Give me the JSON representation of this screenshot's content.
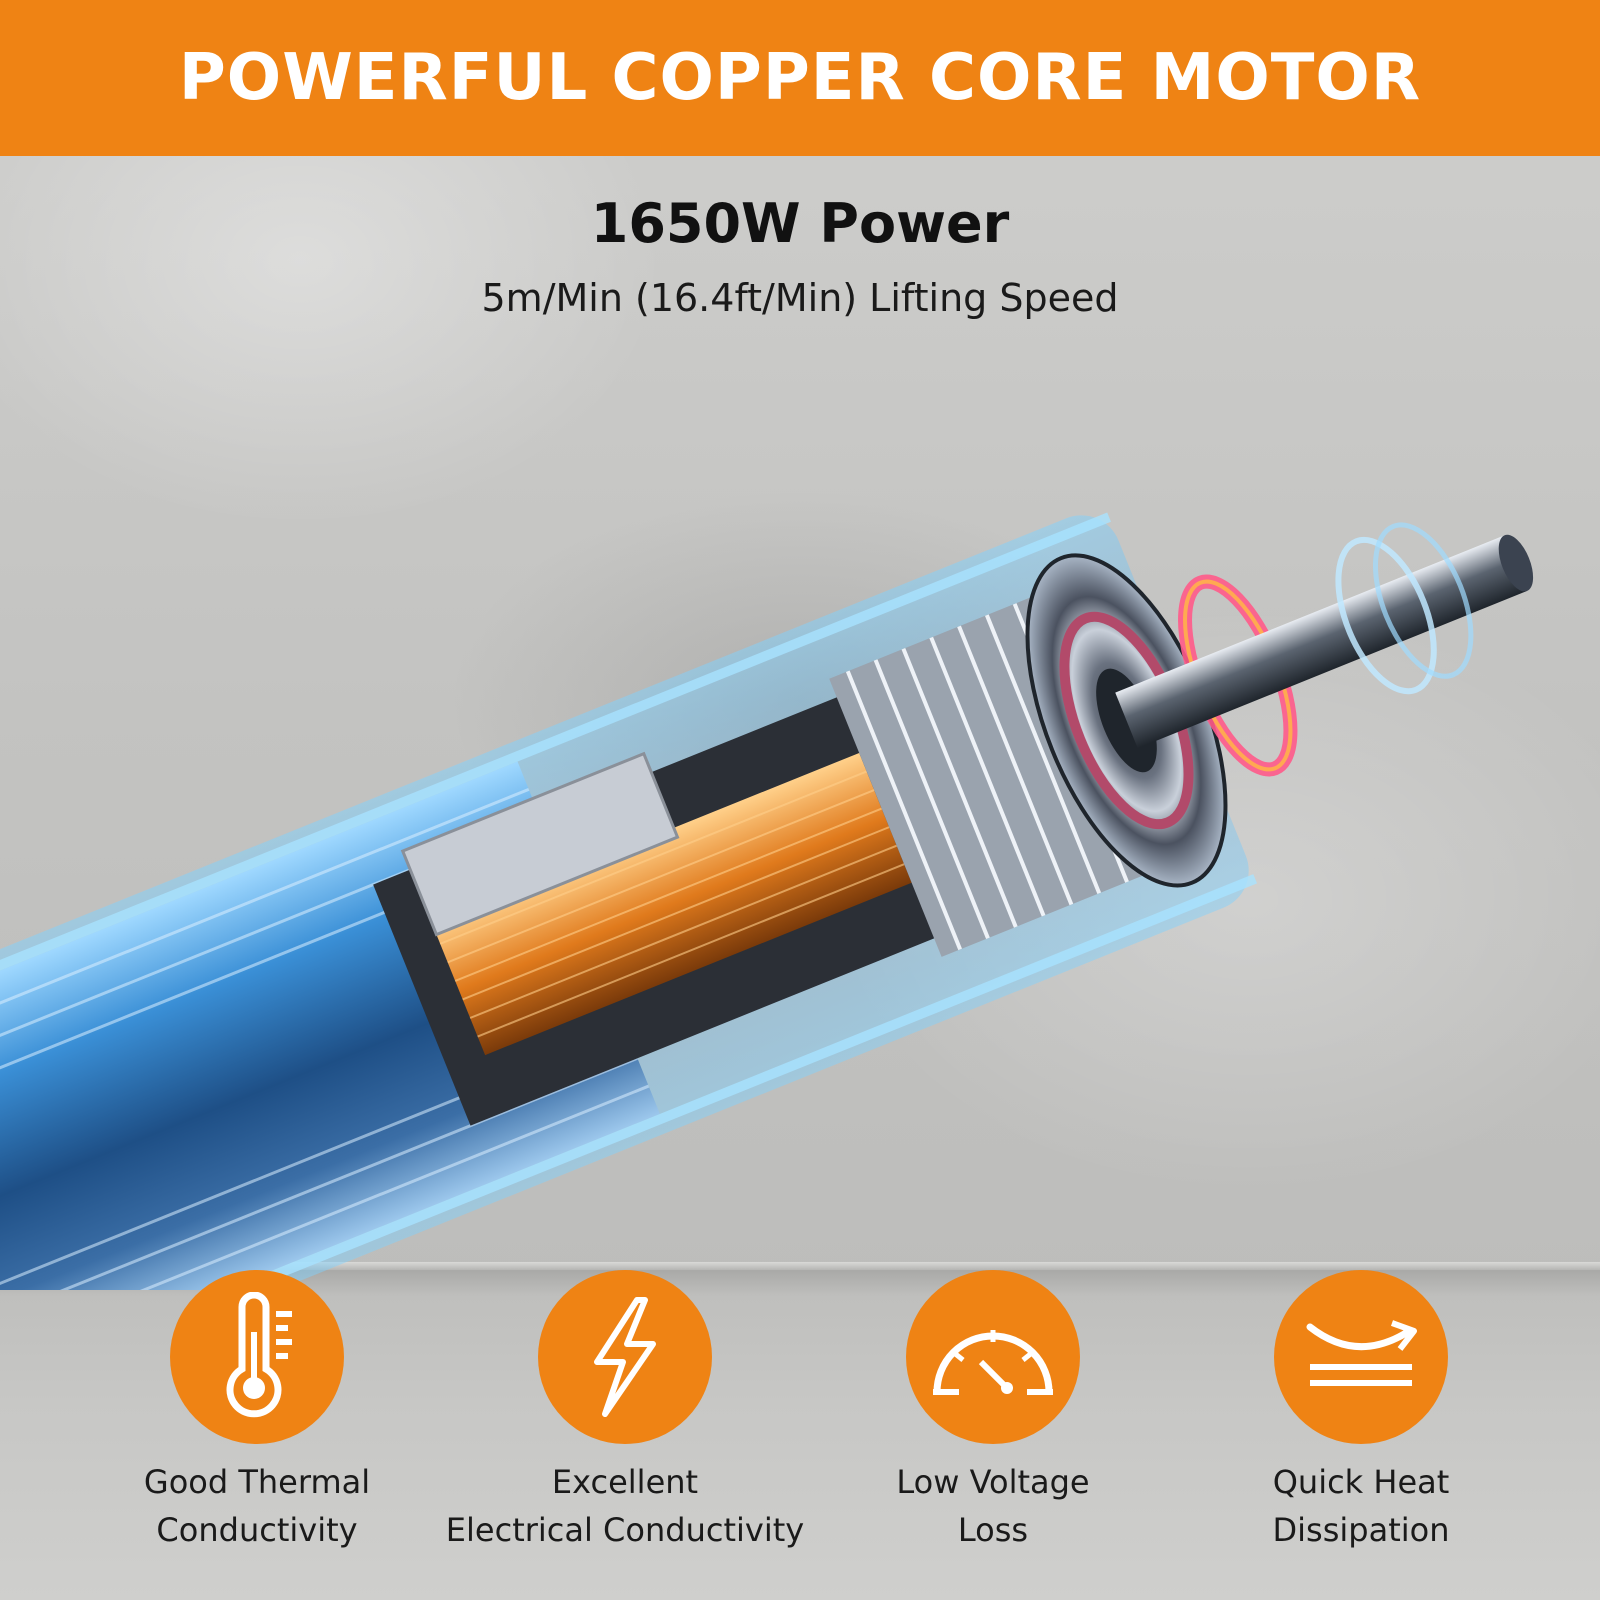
{
  "banner": {
    "title": "POWERFUL COPPER CORE MOTOR"
  },
  "headline": {
    "power": "1650W Power",
    "speed": "5m/Min (16.4ft/Min) Lifting Speed"
  },
  "features": [
    {
      "icon": "thermometer-icon",
      "line1": "Good Thermal",
      "line2": "Conductivity"
    },
    {
      "icon": "lightning-icon",
      "line1": "Excellent",
      "line2": "Electrical Conductivity"
    },
    {
      "icon": "gauge-icon",
      "line1": "Low Voltage",
      "line2": "Loss"
    },
    {
      "icon": "heat-wave-icon",
      "line1": "Quick Heat",
      "line2": "Dissipation"
    }
  ],
  "colors": {
    "accent": "#ef8314",
    "glow_blue": "#2aa8ff",
    "copper": "#e07a1c"
  }
}
